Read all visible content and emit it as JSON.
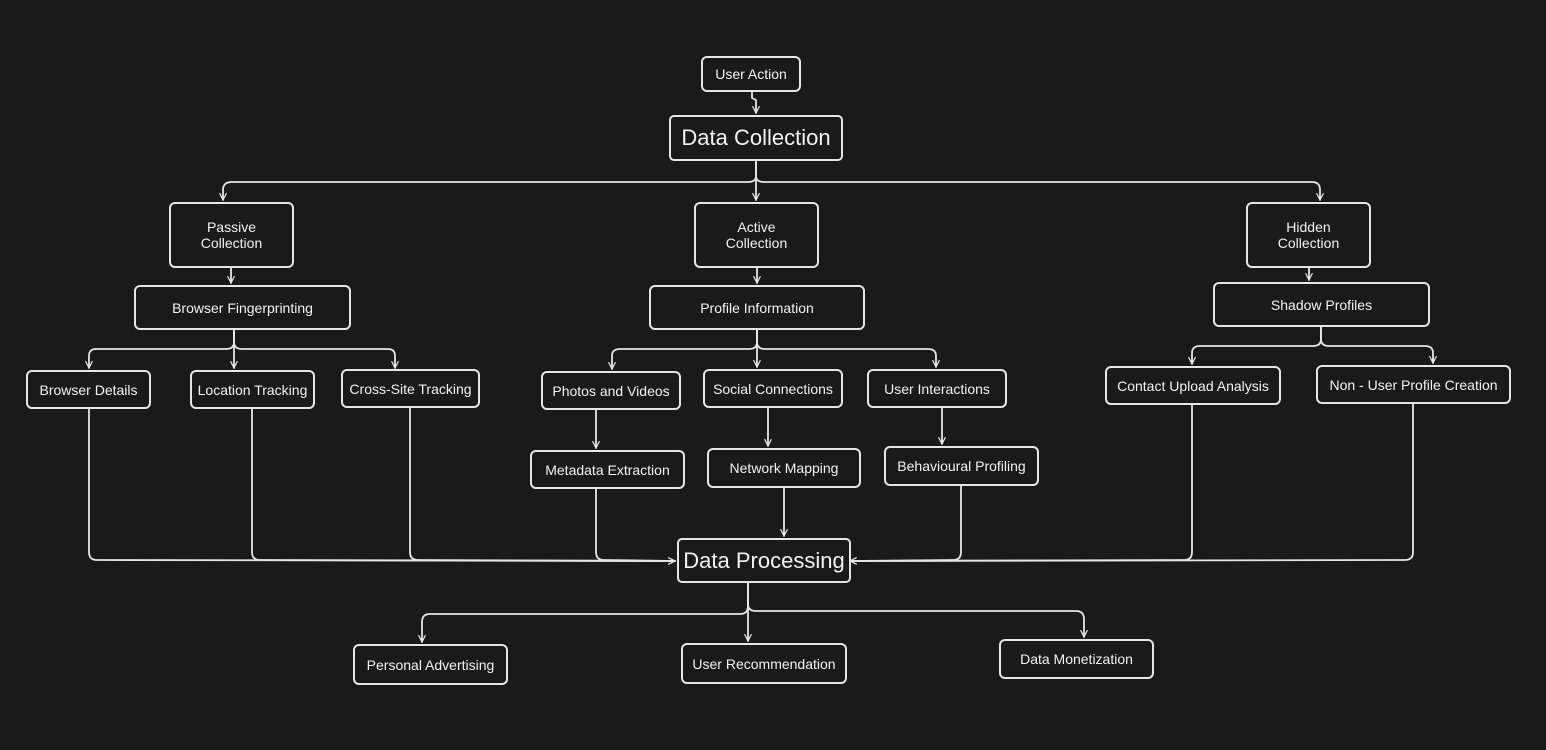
{
  "diagram": {
    "nodes": {
      "user_action": "User Action",
      "data_collection": "Data Collection",
      "passive_collection": "Passive\nCollection",
      "active_collection": "Active\nCollection",
      "hidden_collection": "Hidden\nCollection",
      "browser_fingerprinting": "Browser Fingerprinting",
      "profile_information": "Profile Information",
      "shadow_profiles": "Shadow Profiles",
      "browser_details": "Browser Details",
      "location_tracking": "Location Tracking",
      "cross_site_tracking": "Cross-Site Tracking",
      "photos_and_videos": "Photos and Videos",
      "social_connections": "Social Connections",
      "user_interactions": "User Interactions",
      "contact_upload_analysis": "Contact Upload Analysis",
      "non_user_profile_creation": "Non - User Profile Creation",
      "metadata_extraction": "Metadata Extraction",
      "network_mapping": "Network Mapping",
      "behavioural_profiling": "Behavioural Profiling",
      "data_processing": "Data Processing",
      "personal_advertising": "Personal Advertising",
      "user_recommendation": "User Recommendation",
      "data_monetization": "Data Monetization"
    },
    "edges": [
      [
        "user_action",
        "data_collection"
      ],
      [
        "data_collection",
        "passive_collection"
      ],
      [
        "data_collection",
        "active_collection"
      ],
      [
        "data_collection",
        "hidden_collection"
      ],
      [
        "passive_collection",
        "browser_fingerprinting"
      ],
      [
        "active_collection",
        "profile_information"
      ],
      [
        "hidden_collection",
        "shadow_profiles"
      ],
      [
        "browser_fingerprinting",
        "browser_details"
      ],
      [
        "browser_fingerprinting",
        "location_tracking"
      ],
      [
        "browser_fingerprinting",
        "cross_site_tracking"
      ],
      [
        "profile_information",
        "photos_and_videos"
      ],
      [
        "profile_information",
        "social_connections"
      ],
      [
        "profile_information",
        "user_interactions"
      ],
      [
        "shadow_profiles",
        "contact_upload_analysis"
      ],
      [
        "shadow_profiles",
        "non_user_profile_creation"
      ],
      [
        "photos_and_videos",
        "metadata_extraction"
      ],
      [
        "social_connections",
        "network_mapping"
      ],
      [
        "user_interactions",
        "behavioural_profiling"
      ],
      [
        "browser_details",
        "data_processing"
      ],
      [
        "location_tracking",
        "data_processing"
      ],
      [
        "cross_site_tracking",
        "data_processing"
      ],
      [
        "metadata_extraction",
        "data_processing"
      ],
      [
        "network_mapping",
        "data_processing"
      ],
      [
        "behavioural_profiling",
        "data_processing"
      ],
      [
        "contact_upload_analysis",
        "data_processing"
      ],
      [
        "non_user_profile_creation",
        "data_processing"
      ],
      [
        "data_processing",
        "personal_advertising"
      ],
      [
        "data_processing",
        "user_recommendation"
      ],
      [
        "data_processing",
        "data_monetization"
      ]
    ]
  },
  "colors": {
    "background": "#1a1a1a",
    "stroke": "#e6e6e6",
    "text": "#f2f2f2"
  }
}
